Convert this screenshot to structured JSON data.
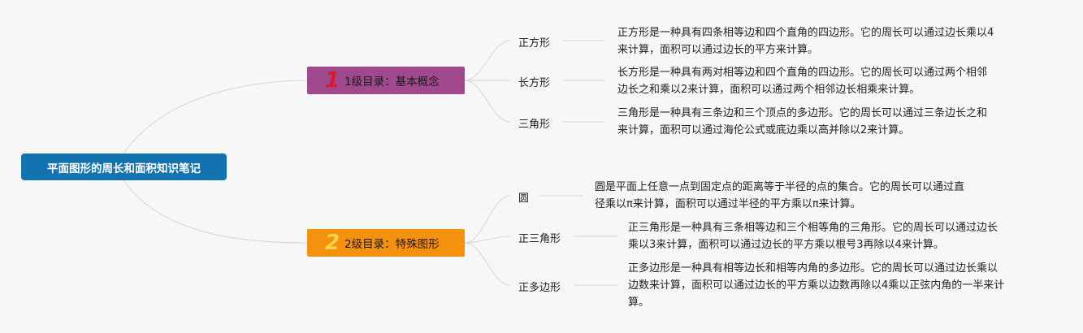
{
  "root": {
    "title": "平面图形的周长和面积知识笔记"
  },
  "branches": [
    {
      "number": "1",
      "label": "1级目录：基本概念",
      "leaves": [
        {
          "label": "正方形",
          "desc": [
            "正方形是一种具有四条相等边和四个直角的四边形。它的周长可以通过边长乘以4",
            "来计算，面积可以通过边长的平方来计算。"
          ]
        },
        {
          "label": "长方形",
          "desc": [
            "长方形是一种具有两对相等边和四个直角的四边形。它的周长可以通过两个相邻",
            "边长之和乘以2来计算，面积可以通过两个相邻边长相乘来计算。"
          ]
        },
        {
          "label": "三角形",
          "desc": [
            "三角形是一种具有三条边和三个顶点的多边形。它的周长可以通过三条边长之和",
            "来计算，面积可以通过海伦公式或底边乘以高并除以2来计算。"
          ]
        }
      ]
    },
    {
      "number": "2",
      "label": "2级目录：特殊图形",
      "leaves": [
        {
          "label": "圆",
          "desc": [
            "圆是平面上任意一点到固定点的距离等于半径的点的集合。它的周长可以通过直",
            "径乘以π来计算，面积可以通过半径的平方乘以π来计算。"
          ]
        },
        {
          "label": "正三角形",
          "desc": [
            "正三角形是一种具有三条相等边和三个相等角的三角形。它的周长可以通过边长",
            "乘以3来计算，面积可以通过边长的平方乘以根号3再除以4来计算。"
          ]
        },
        {
          "label": "正多边形",
          "desc": [
            "正多边形是一种具有相等边长和相等内角的多边形。它的周长可以通过边长乘以",
            "边数来计算，面积可以通过边长的平方乘以边数再除以4乘以正弦内角的一半来计",
            "算。"
          ]
        }
      ]
    }
  ]
}
